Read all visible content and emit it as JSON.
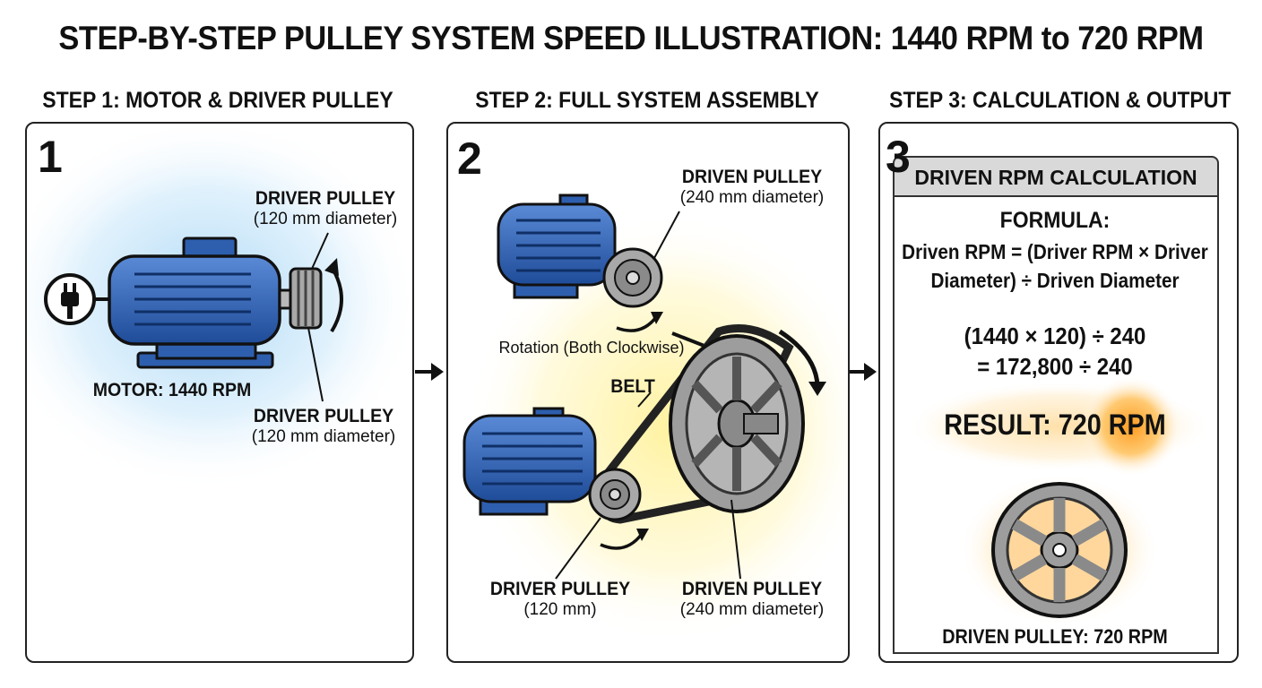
{
  "title": "STEP-BY-STEP PULLEY SYSTEM SPEED ILLUSTRATION: 1440 RPM to 720 RPM",
  "step1": {
    "heading": "STEP 1: MOTOR & DRIVER PULLEY",
    "number": "1",
    "driver_top_title": "DRIVER PULLEY",
    "driver_top_sub": "(120 mm diameter)",
    "motor_label": "MOTOR: 1440 RPM",
    "driver_bottom_title": "DRIVER PULLEY",
    "driver_bottom_sub": "(120 mm diameter)"
  },
  "step2": {
    "heading": "STEP 2: FULL SYSTEM ASSEMBLY",
    "number": "2",
    "driven_top_title": "DRIVEN PULLEY",
    "driven_top_sub": "(240 mm diameter)",
    "rotation_label": "Rotation (Both Clockwise)",
    "belt_label": "BELT",
    "driver_title": "DRIVER PULLEY",
    "driver_sub": "(120 mm)",
    "driven_bottom_title": "DRIVEN PULLEY",
    "driven_bottom_sub": "(240 mm diameter)"
  },
  "step3": {
    "heading": "STEP 3: CALCULATION & OUTPUT",
    "number": "3",
    "box_title": "DRIVEN RPM CALCULATION",
    "formula_label": "FORMULA:",
    "formula_line1": "Driven RPM = (Driver RPM × Driver",
    "formula_line2": "Diameter) ÷ Driven Diameter",
    "calc_line1": "(1440 × 120) ÷ 240",
    "calc_line2": "= 172,800 ÷ 240",
    "result": "RESULT: 720 RPM",
    "output_label": "DRIVEN PULLEY: 720 RPM"
  },
  "colors": {
    "motor_blue": "#2f63b4",
    "pulley_gray": "#9a9a9a",
    "glow_blue": "#bfe1f7",
    "glow_yellow": "#fff4b0",
    "glow_orange": "#ffa726"
  }
}
